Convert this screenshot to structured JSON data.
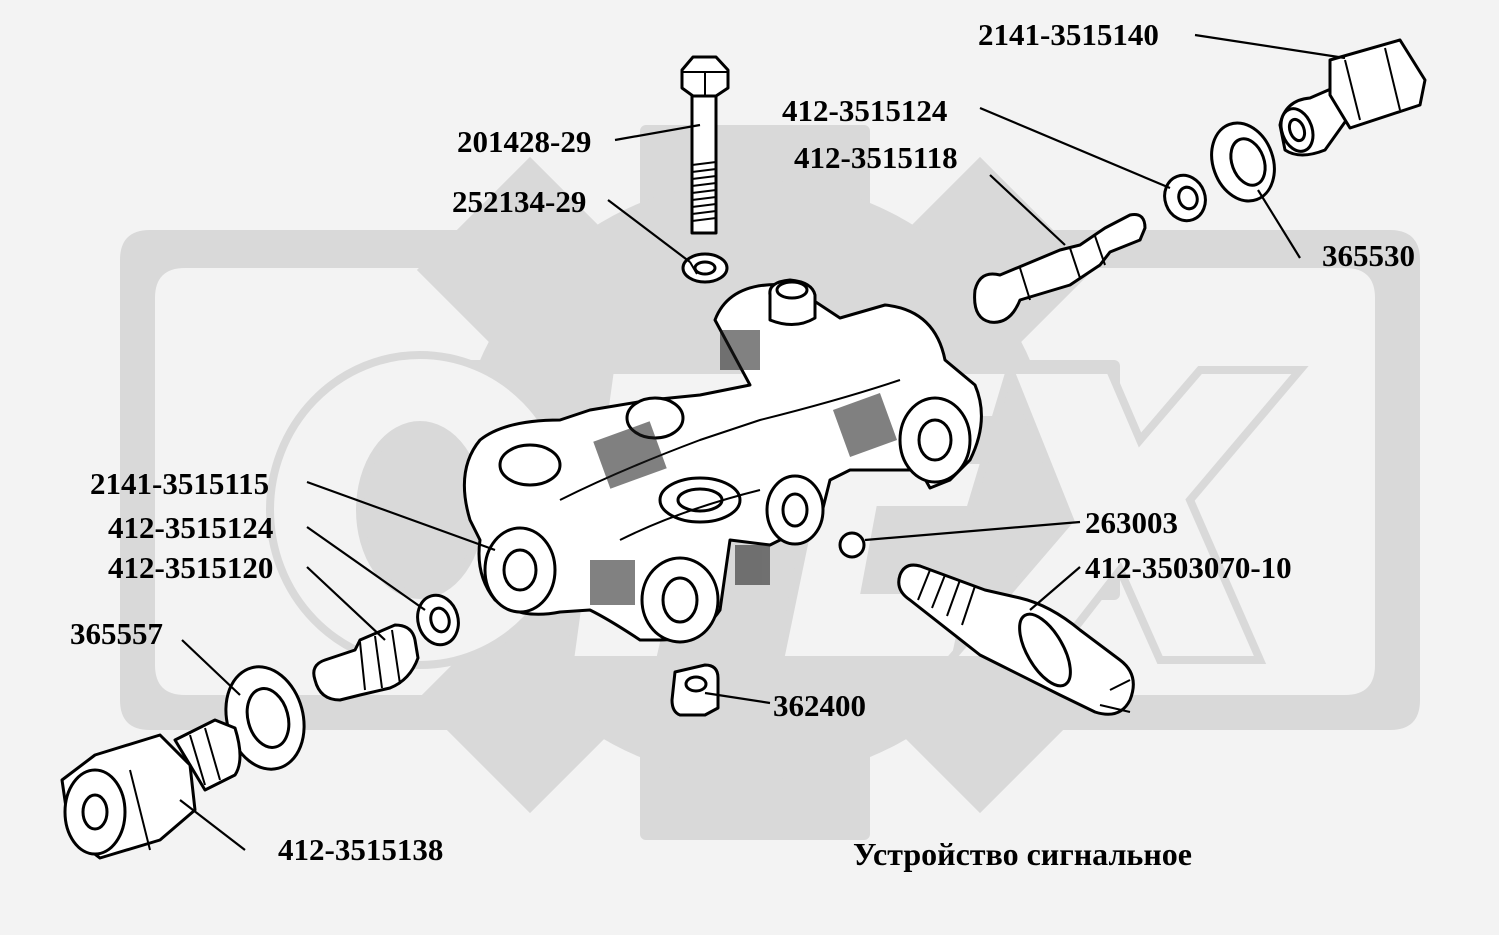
{
  "caption": "Устройство сигнальное",
  "watermark": {
    "text": "OPEX",
    "color": "#d9d9d9"
  },
  "colors": {
    "background": "#f3f3f3",
    "ink": "#000000",
    "part_fill": "#ffffff"
  },
  "labels": {
    "p2141_3515140": "2141-3515140",
    "p412_3515124_top": "412-3515124",
    "p412_3515118": "412-3515118",
    "p201428_29": "201428-29",
    "p252134_29": "252134-29",
    "p365530": "365530",
    "p2141_3515115": "2141-3515115",
    "p412_3515124_bottom": "412-3515124",
    "p412_3515120": "412-3515120",
    "p365557": "365557",
    "p263003": "263003",
    "p412_3503070_10": "412-3503070-10",
    "p362400": "362400",
    "p412_3515138": "412-3515138"
  }
}
